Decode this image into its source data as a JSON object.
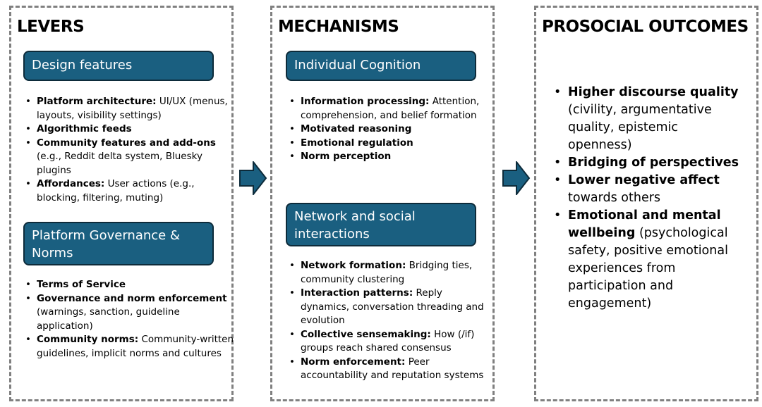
{
  "accent_color": "#1a5f80",
  "columns": [
    {
      "title": "LEVERS",
      "groups": [
        {
          "label": "Design features",
          "items": [
            {
              "bold": "Platform architecture:",
              "text": " UI/UX (menus, layouts, visibility settings)"
            },
            {
              "bold": "Algorithmic feeds",
              "text": ""
            },
            {
              "bold": "Community features and add-ons",
              "text": " (e.g., Reddit delta system, Bluesky plugins"
            },
            {
              "bold": "Affordances:",
              "text": " User actions (e.g., blocking, filtering, muting)"
            }
          ]
        },
        {
          "label": "Platform Governance & Norms",
          "items": [
            {
              "bold": "Terms of Service",
              "text": ""
            },
            {
              "bold": "Governance and norm enforcement",
              "text": " (warnings, sanction, guideline application)"
            },
            {
              "bold": "Community norms:",
              "text": " Community-written guidelines, implicit norms and cultures"
            }
          ]
        }
      ]
    },
    {
      "title": "MECHANISMS",
      "groups": [
        {
          "label": "Individual Cognition",
          "items": [
            {
              "bold": "Information processing:",
              "text": " Attention, comprehension, and belief formation"
            },
            {
              "bold": "Motivated reasoning",
              "text": ""
            },
            {
              "bold": "Emotional regulation",
              "text": ""
            },
            {
              "bold": "Norm perception",
              "text": ""
            }
          ]
        },
        {
          "label": "Network and social interactions",
          "items": [
            {
              "bold": "Network formation:",
              "text": " Bridging ties, community clustering"
            },
            {
              "bold": "Interaction patterns:",
              "text": " Reply dynamics, conversation threading and evolution"
            },
            {
              "bold": "Collective sensemaking:",
              "text": " How (/if) groups reach shared consensus"
            },
            {
              "bold": "Norm enforcement:",
              "text": " Peer accountability and reputation systems"
            }
          ]
        }
      ]
    },
    {
      "title": "PROSOCIAL OUTCOMES",
      "groups": [
        {
          "label": "",
          "items": [
            {
              "bold": "Higher discourse quality",
              "text": " (civility, argumentative quality, epistemic openness)"
            },
            {
              "bold": "Bridging of perspectives",
              "text": ""
            },
            {
              "bold": "Lower negative affect",
              "text": " towards others"
            },
            {
              "bold": "Emotional and mental wellbeing",
              "text": " (psychological safety, positive emotional experiences from participation and engagement)"
            }
          ]
        }
      ]
    }
  ],
  "icons": [
    "right-arrow-icon",
    "right-arrow-icon"
  ]
}
